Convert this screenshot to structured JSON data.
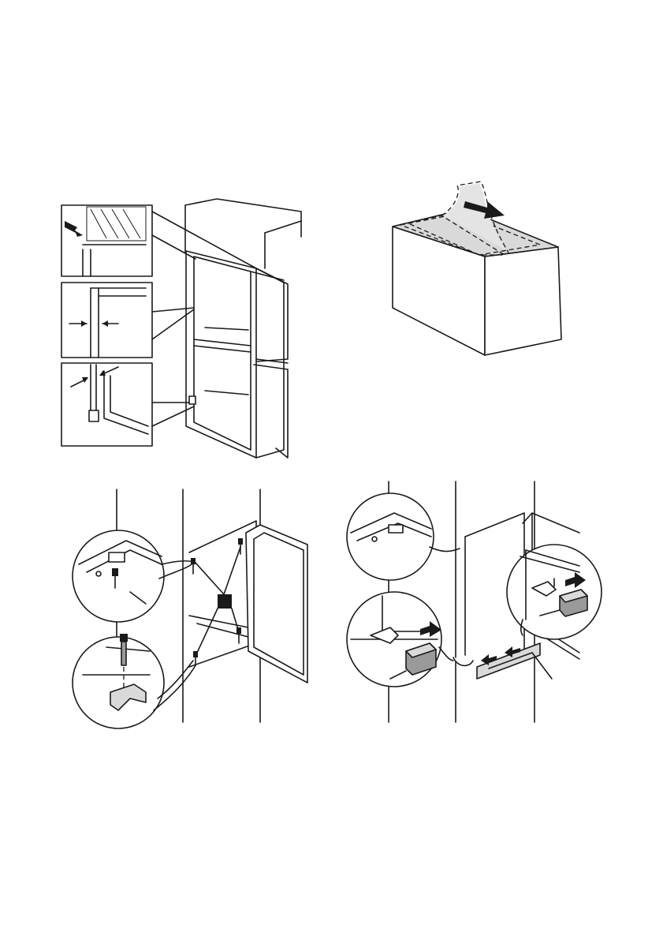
{
  "figures": [
    {
      "id": "fig-1",
      "icon": "alignment-detail-icon"
    },
    {
      "id": "fig-2",
      "icon": "packaging-box-icon"
    },
    {
      "id": "fig-3",
      "icon": "screw-fixing-icon"
    },
    {
      "id": "fig-4",
      "icon": "door-bracket-icon"
    }
  ],
  "colors": {
    "line": "#1a1a1a",
    "fill_light": "#d9d9d9",
    "fill_dark": "#9a9a9a"
  }
}
